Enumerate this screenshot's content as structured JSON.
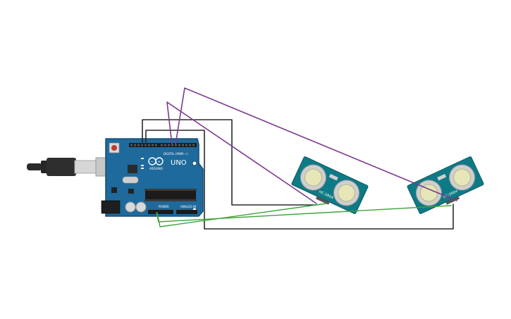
{
  "canvas": {
    "background": "#ffffff"
  },
  "board": {
    "brand": "ARDUINO",
    "model": "UNO",
    "header_digital": "DIGITAL (PWM ~)",
    "header_power": "POWER",
    "header_analog": "ANALOG IN",
    "pcb_color": "#1e6a9c",
    "pcb_edge_color": "#134c73"
  },
  "sensor_left": {
    "label_module": "HC-SR04",
    "pcb_color": "#0e7a86"
  },
  "sensor_right": {
    "label_module": "HC-SR04",
    "pcb_color": "#0e7a86"
  },
  "wire_colors": {
    "signal": "#7b3b8f",
    "ground": "#2a2a2a",
    "power": "#3aa33a"
  },
  "usb_cable": {
    "color": "#2b2b2b",
    "plug_color": "#d7d7d7"
  }
}
